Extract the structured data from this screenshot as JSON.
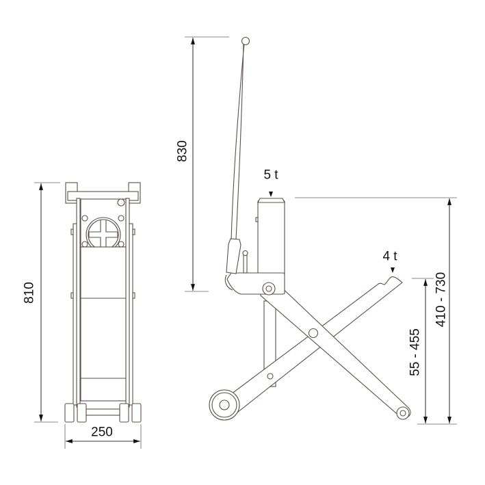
{
  "drawing": {
    "title": "Scissor jack technical dimension drawing",
    "line_color": "#5a4e48",
    "dimension_color": "#3a3a3a",
    "background": "#ffffff"
  },
  "front_view": {
    "height_label": "810",
    "width_label": "250"
  },
  "side_view": {
    "handle_height_label": "830",
    "cylinder_load_label": "5 t",
    "arm_load_label": "4 t",
    "arm_range_label": "55 - 455",
    "cylinder_range_label": "410 - 730"
  }
}
